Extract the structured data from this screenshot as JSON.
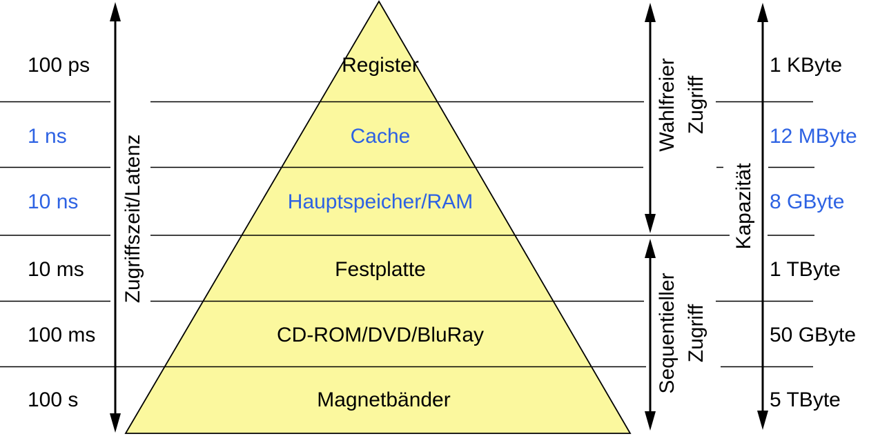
{
  "colors": {
    "accent_blue": "#2d62e3",
    "pyramid_fill": "#fbf89e",
    "line_black": "#000000"
  },
  "left_axis": {
    "label": "Zugriffszeit/Latenz",
    "values": [
      {
        "text": "100 ps",
        "color": "black"
      },
      {
        "text": "1 ns",
        "color": "blue"
      },
      {
        "text": "10 ns",
        "color": "blue"
      },
      {
        "text": "10 ms",
        "color": "black"
      },
      {
        "text": "100 ms",
        "color": "black"
      },
      {
        "text": "100 s",
        "color": "black"
      }
    ]
  },
  "pyramid_levels": [
    {
      "label": "Register",
      "color": "black"
    },
    {
      "label": "Cache",
      "color": "blue"
    },
    {
      "label": "Hauptspeicher/RAM",
      "color": "blue"
    },
    {
      "label": "Festplatte",
      "color": "black"
    },
    {
      "label": "CD-ROM/DVD/BluRay",
      "color": "black"
    },
    {
      "label": "Magnetbänder",
      "color": "black"
    }
  ],
  "access_mode_arrows": {
    "random": {
      "line1": "Wahlfreier",
      "line2": "Zugriff"
    },
    "sequential": {
      "line1": "Sequentieller",
      "line2": "Zugriff"
    }
  },
  "right_axis": {
    "label": "Kapazität",
    "values": [
      {
        "text": "1 KByte",
        "color": "black"
      },
      {
        "text": "12 MByte",
        "color": "blue"
      },
      {
        "text": "8 GByte",
        "color": "blue"
      },
      {
        "text": "1 TByte",
        "color": "black"
      },
      {
        "text": "50 GByte",
        "color": "black"
      },
      {
        "text": "5 TByte",
        "color": "black"
      }
    ]
  }
}
